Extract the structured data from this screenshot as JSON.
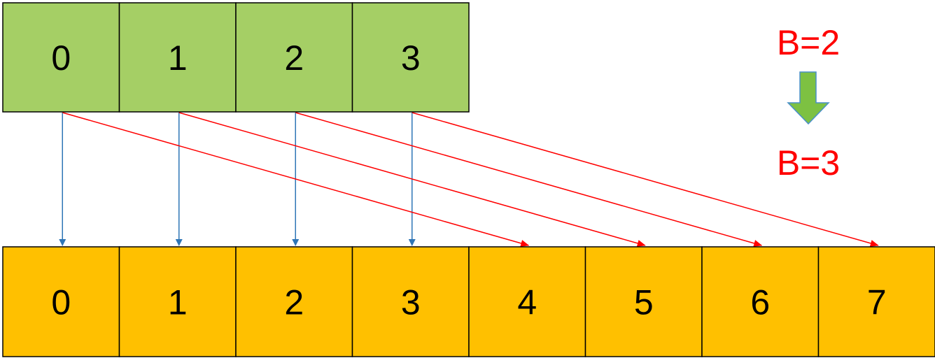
{
  "old_array": {
    "cells": [
      "0",
      "1",
      "2",
      "3"
    ],
    "fill": "#a5cf65"
  },
  "new_array": {
    "cells": [
      "0",
      "1",
      "2",
      "3",
      "4",
      "5",
      "6",
      "7"
    ],
    "fill": "#ffc000"
  },
  "labels": {
    "before": "B=2",
    "after": "B=3",
    "color": "#ff0000"
  },
  "transition_arrow": {
    "fill": "#7dc142",
    "stroke": "#4a90c8"
  },
  "mappings": [
    {
      "from": 0,
      "to": 0,
      "color": "#2e75b6"
    },
    {
      "from": 1,
      "to": 1,
      "color": "#2e75b6"
    },
    {
      "from": 2,
      "to": 2,
      "color": "#2e75b6"
    },
    {
      "from": 3,
      "to": 3,
      "color": "#2e75b6"
    },
    {
      "from": 0,
      "to": 4,
      "color": "#ff0000"
    },
    {
      "from": 1,
      "to": 5,
      "color": "#ff0000"
    },
    {
      "from": 2,
      "to": 6,
      "color": "#ff0000"
    },
    {
      "from": 3,
      "to": 7,
      "color": "#ff0000"
    }
  ]
}
